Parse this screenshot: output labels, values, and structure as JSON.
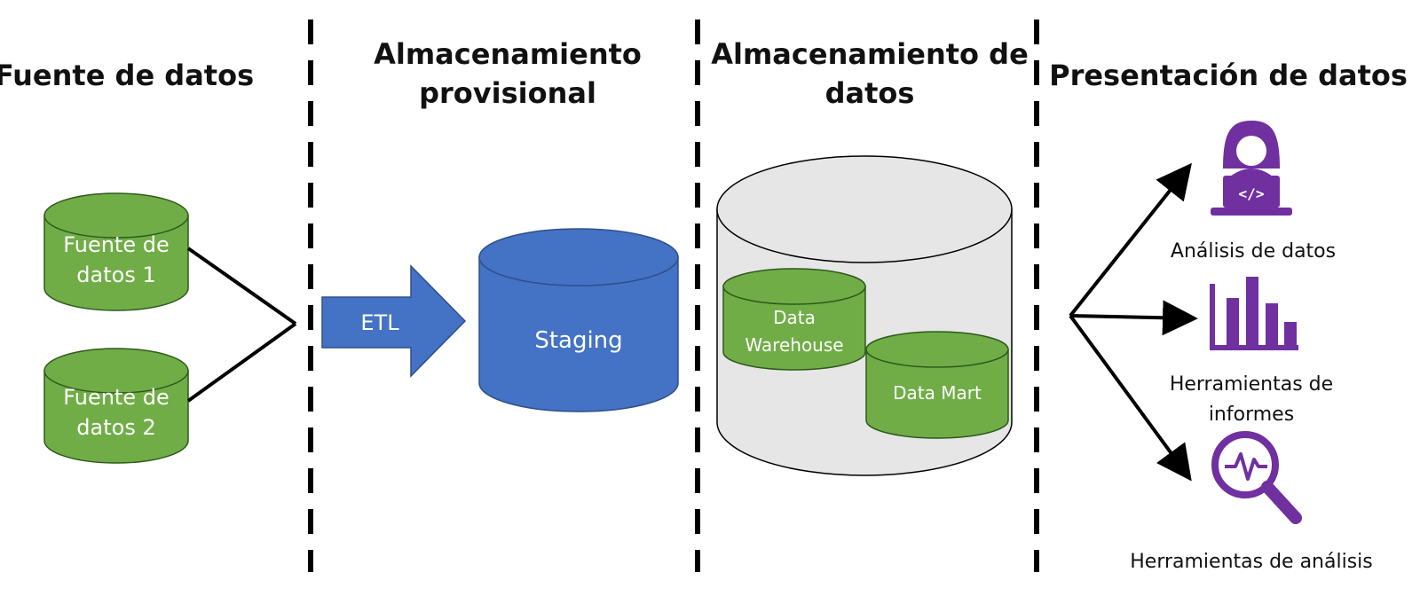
{
  "headers": {
    "col1": "Fuente de datos",
    "col2_line1": "Almacenamiento",
    "col2_line2": "provisional",
    "col3_line1": "Almacenamiento de",
    "col3_line2": "datos",
    "col4": "Presentación de datos"
  },
  "sources": [
    {
      "line1": "Fuente de",
      "line2": "datos 1"
    },
    {
      "line1": "Fuente de",
      "line2": "datos 2"
    }
  ],
  "etl_label": "ETL",
  "staging_label": "Staging",
  "warehouse": {
    "line1": "Data",
    "line2": "Warehouse"
  },
  "data_mart_label": "Data Mart",
  "outputs": [
    {
      "icon": "laptop-user-code-icon",
      "line1": "Análisis de datos",
      "line2": ""
    },
    {
      "icon": "bar-chart-icon",
      "line1": "Herramientas de",
      "line2": "informes"
    },
    {
      "icon": "magnifier-pulse-icon",
      "line1": "Herramientas de análisis",
      "line2": ""
    }
  ],
  "colors": {
    "green_fill": "#70AD47",
    "green_stroke": "#2E5A1C",
    "blue_fill": "#4472C4",
    "blue_stroke": "#2F4F8A",
    "gray_fill": "#E6E6E6",
    "purple": "#7030A0",
    "line": "#000000"
  }
}
